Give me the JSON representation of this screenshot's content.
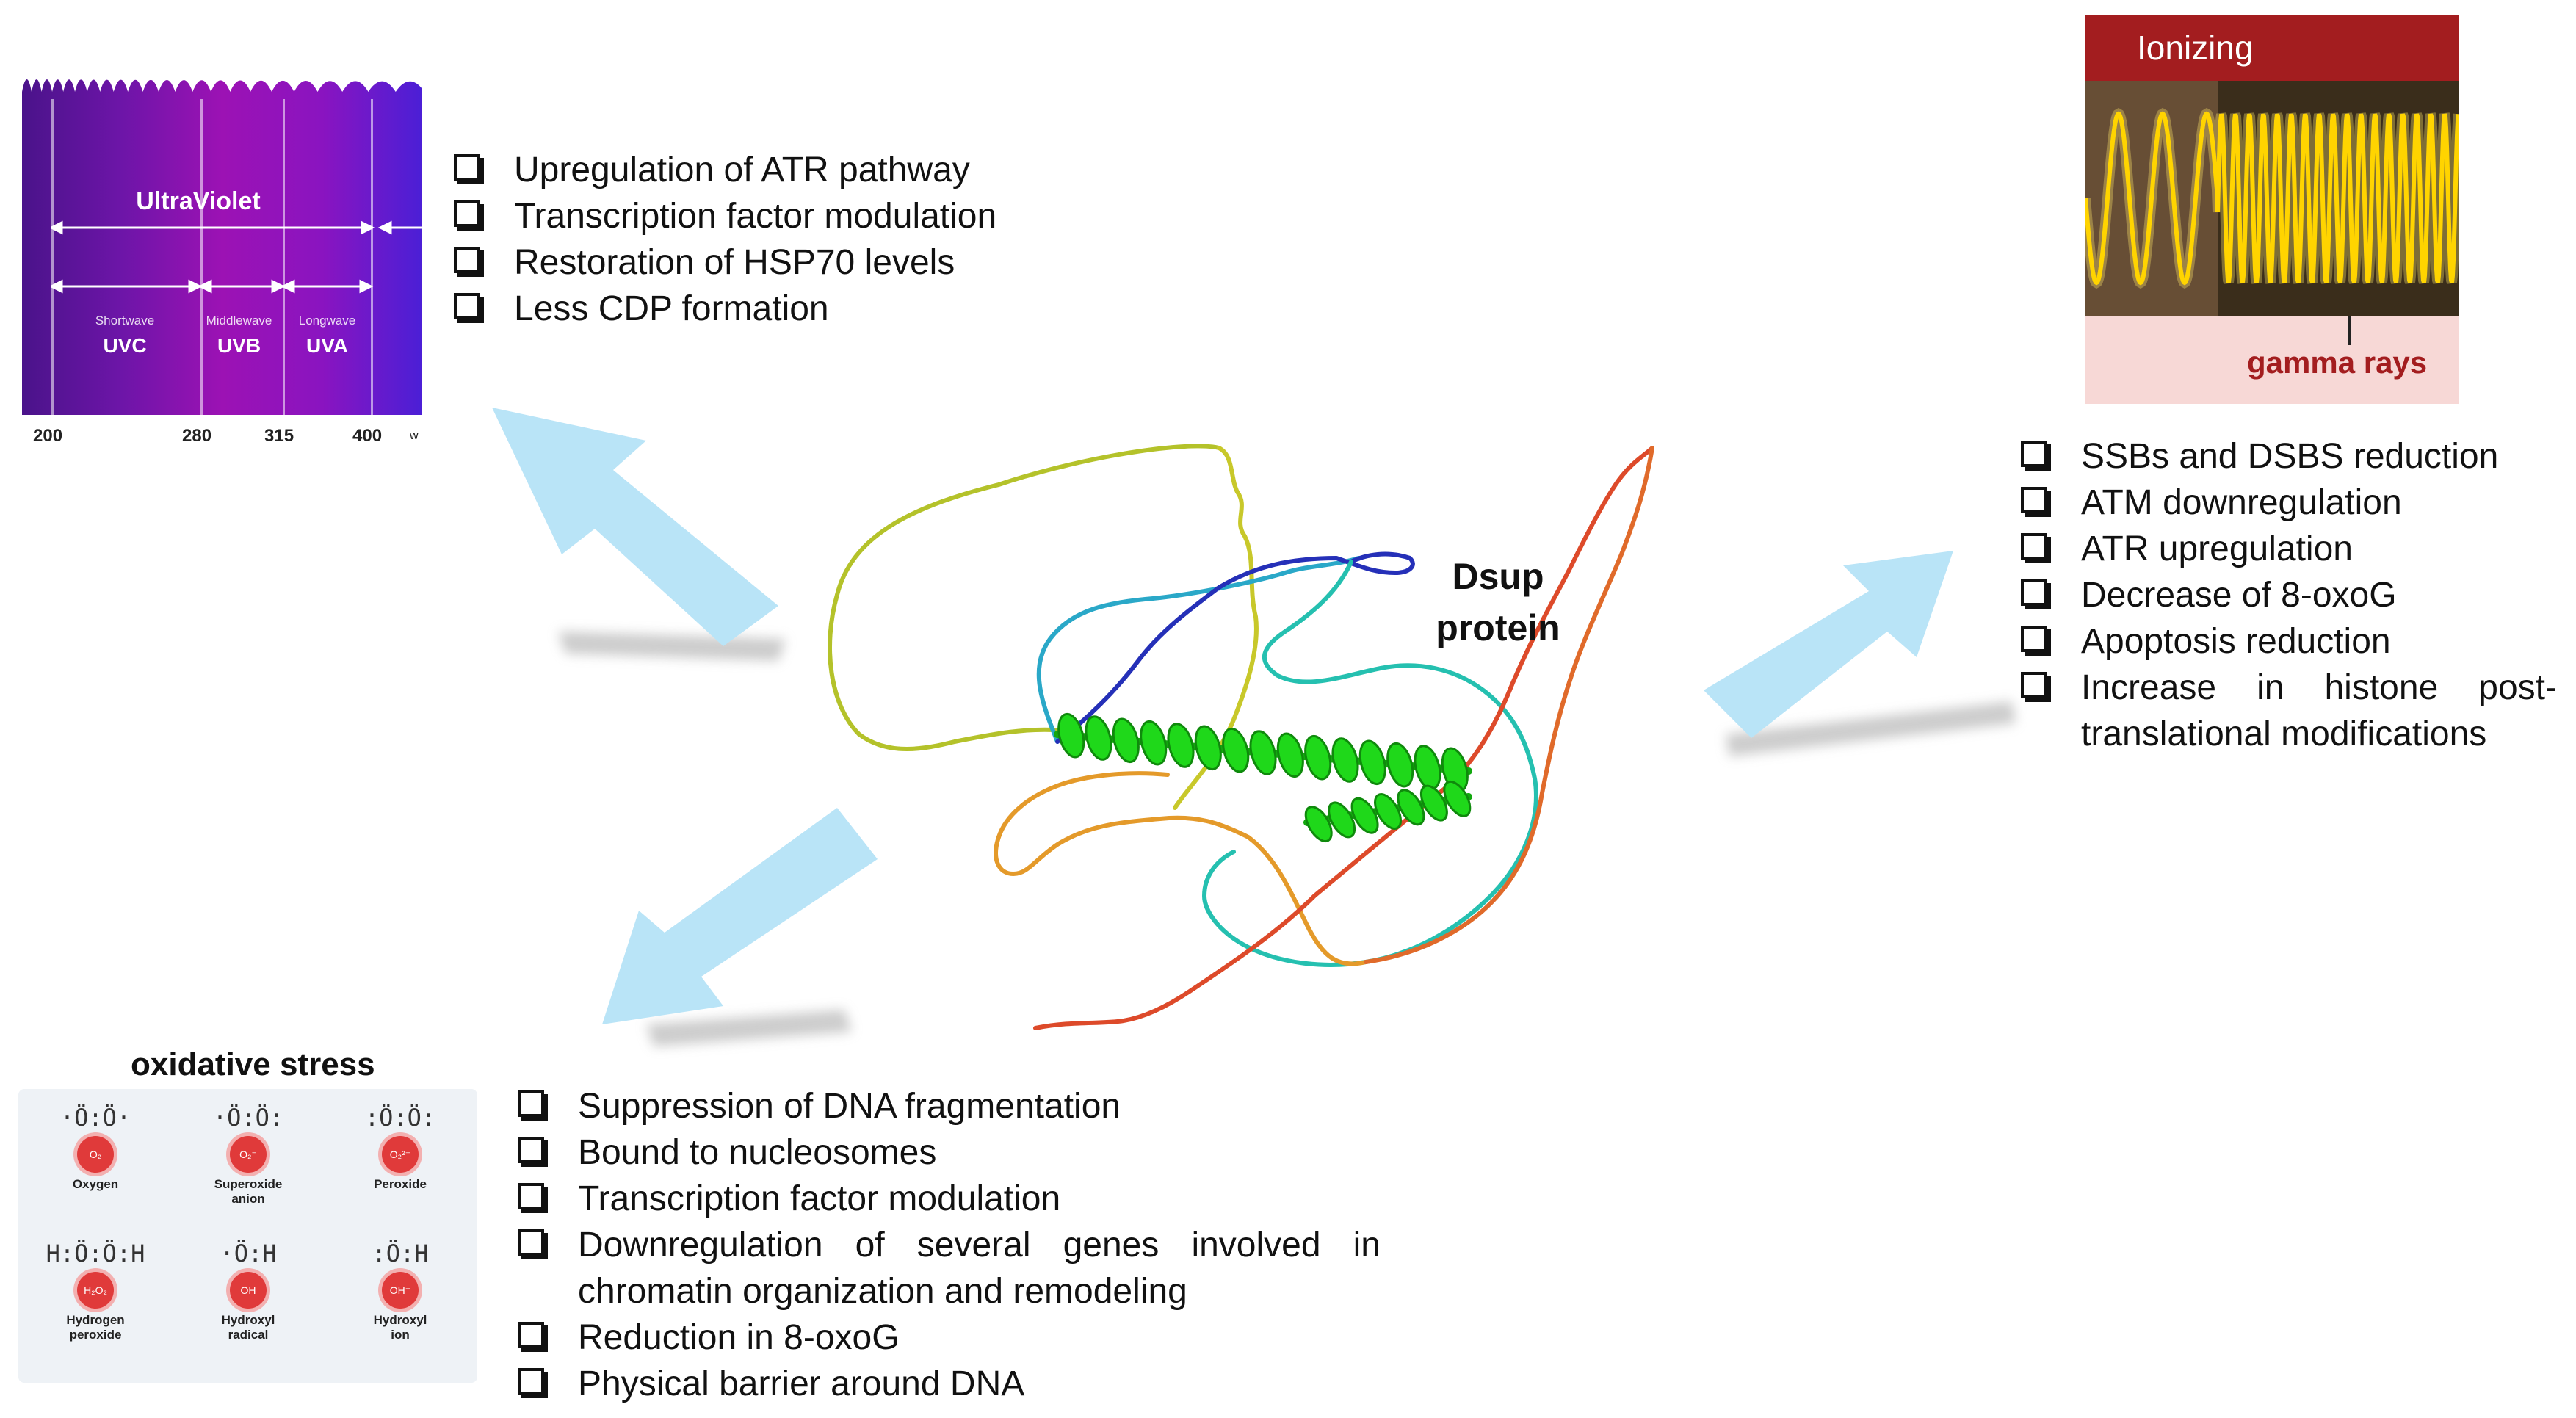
{
  "uv_spectrum": {
    "band_label": "UltraViolet",
    "sub_bands": [
      {
        "range": "Shortwave",
        "name": "UVC"
      },
      {
        "range": "Middlewave",
        "name": "UVB"
      },
      {
        "range": "Longwave",
        "name": "UVA"
      }
    ],
    "axis_ticks": [
      "200",
      "280",
      "315",
      "400"
    ],
    "axis_tail": "w",
    "colors": {
      "start": "#4a138a",
      "middle": "#9c12b4",
      "end": "#4b1fd6"
    }
  },
  "uv_effects": [
    "Upregulation of ATR pathway",
    "Transcription factor modulation",
    "Restoration of HSP70 levels",
    "Less CDP formation"
  ],
  "ionizing": {
    "title": "Ionizing",
    "label": "gamma rays",
    "colors": {
      "header": "#a31d1f",
      "wave": "#ffd400",
      "background": "#f7d8d6"
    }
  },
  "ionizing_effects": [
    "SSBs and DSBS reduction",
    "ATM downregulation",
    "ATR upregulation",
    "Decrease of 8-oxoG",
    "Apoptosis reduction",
    "Increase in histone post-translational modifications"
  ],
  "protein": {
    "title_line1": "Dsup",
    "title_line2": "protein"
  },
  "oxidative": {
    "title": "oxidative stress",
    "molecules": [
      {
        "formula": "·Ö:Ö·",
        "symbol": "O₂",
        "name_line1": "Oxygen",
        "name_line2": ""
      },
      {
        "formula": "·Ö:Ö:",
        "symbol": "O₂⁻",
        "name_line1": "Superoxide",
        "name_line2": "anion"
      },
      {
        "formula": ":Ö:Ö:",
        "symbol": "O₂²⁻",
        "name_line1": "Peroxide",
        "name_line2": ""
      },
      {
        "formula": "H:Ö:Ö:H",
        "symbol": "H₂O₂",
        "name_line1": "Hydrogen",
        "name_line2": "peroxide"
      },
      {
        "formula": "·Ö:H",
        "symbol": "OH",
        "name_line1": "Hydroxyl",
        "name_line2": "radical"
      },
      {
        "formula": ":Ö:H",
        "symbol": "OH⁻",
        "name_line1": "Hydroxyl",
        "name_line2": "ion"
      }
    ]
  },
  "oxidative_effects": [
    "Suppression of DNA fragmentation",
    "Bound to nucleosomes",
    "Transcription factor modulation",
    "Downregulation of several genes involved in chromatin organization and remodeling",
    "Reduction in 8-oxoG",
    "Physical barrier around DNA"
  ],
  "arrow_color": "#b9e4f7",
  "helix_color": "#1fd81a"
}
